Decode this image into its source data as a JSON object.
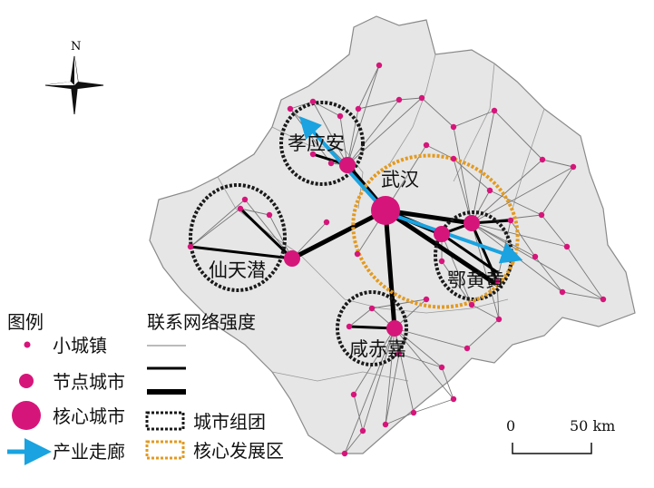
{
  "compass": {
    "north_label": "N"
  },
  "cities": {
    "core": "武汉",
    "groups": [
      "孝应安",
      "仙天潜",
      "咸赤嘉",
      "鄂黄黄"
    ]
  },
  "legend": {
    "title": "图例",
    "small_town": "小城镇",
    "node_city": "节点城市",
    "core_city": "核心城市",
    "industry_corridor": "产业走廊",
    "link_strength": "联系网络强度",
    "city_group": "城市组团",
    "core_zone": "核心发展区"
  },
  "scale": {
    "zero": "0",
    "distance": "50 km"
  },
  "colors": {
    "town": "#d6157a",
    "node": "#d6157a",
    "corridor": "#1aa3e0",
    "group_ring": "#1a1a1a",
    "core_ring": "#e39a1f",
    "region_fill": "#e6e6e6",
    "region_border": "#8a8a8a"
  }
}
